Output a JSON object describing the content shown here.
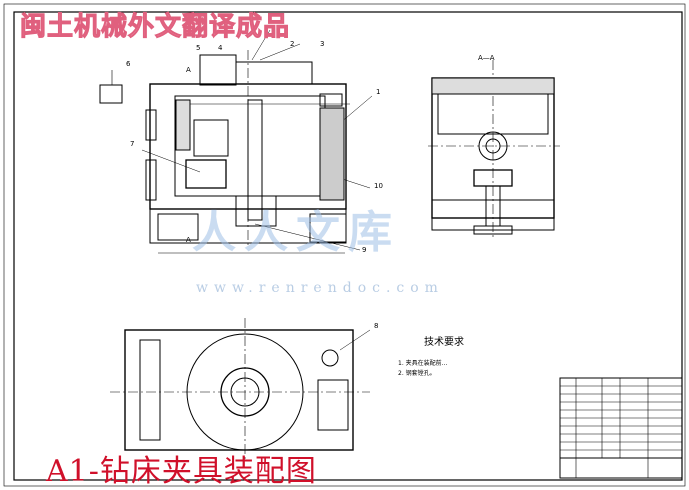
{
  "watermark_top": "闽土机械外文翻译成品",
  "caption": "A1-钻床夹具装配图",
  "watermark_logo": "人人文库",
  "watermark_url": "www.renrendoc.com",
  "tech_title": "技术要求",
  "tech_line_1": "1. 夹具在装配前…",
  "tech_line_2": "2. 钢套镗孔。",
  "section_label": "A—A",
  "part_labels": [
    "6",
    "5",
    "4",
    "2",
    "3",
    "1",
    "7",
    "10",
    "9",
    "8",
    "A",
    "A"
  ]
}
